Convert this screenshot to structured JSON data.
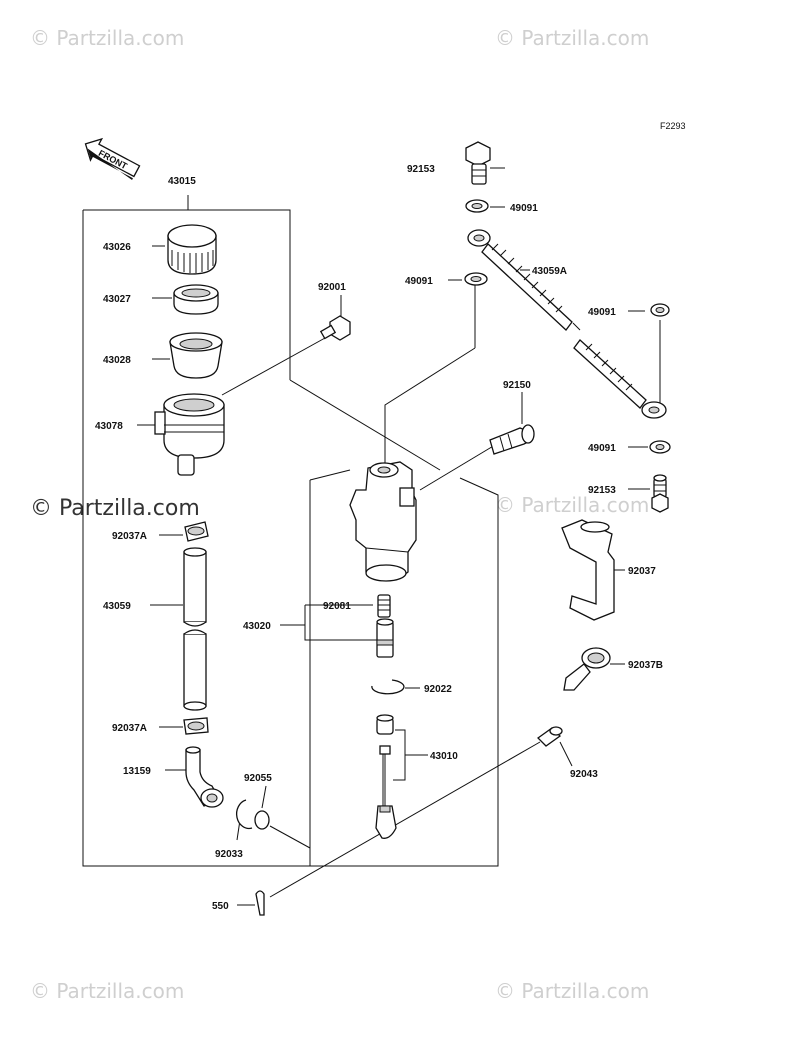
{
  "figure_code": "F2293",
  "front_label": "FRONT",
  "watermark": "© Partzilla.com",
  "labels": {
    "p43015": "43015",
    "p43026": "43026",
    "p43027": "43027",
    "p43028": "43028",
    "p43078": "43078",
    "p92037A_top": "92037A",
    "p43059": "43059",
    "p92037A_bottom": "92037A",
    "p13159": "13159",
    "p92055": "92055",
    "p92033": "92033",
    "p550": "550",
    "p92001": "92001",
    "p92150": "92150",
    "p43020": "43020",
    "p92081": "92081",
    "p92022": "92022",
    "p43010": "43010",
    "p92043": "92043",
    "p92153_top": "92153",
    "p49091_a": "49091",
    "p49091_b": "49091",
    "p43059A": "43059A",
    "p49091_c": "49091",
    "p49091_d": "49091",
    "p92153_bottom": "92153",
    "p92037": "92037",
    "p92037B": "92037B"
  }
}
